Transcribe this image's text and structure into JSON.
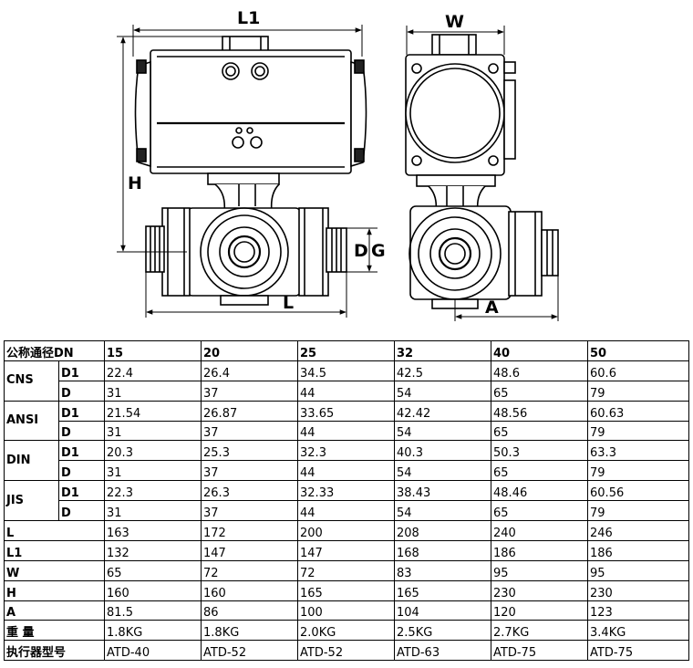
{
  "drawing": {
    "front_labels": {
      "L1": "L1",
      "H": "H",
      "D": "D",
      "G": "G",
      "L": "L"
    },
    "side_labels": {
      "W": "W",
      "A": "A"
    }
  },
  "table": {
    "corner": "公称通径DN",
    "sizes": [
      "15",
      "20",
      "25",
      "32",
      "40",
      "50"
    ],
    "groups": [
      {
        "name": "CNS",
        "rows": [
          {
            "label": "D1",
            "values": [
              "22.4",
              "26.4",
              "34.5",
              "42.5",
              "48.6",
              "60.6"
            ]
          },
          {
            "label": "D",
            "values": [
              "31",
              "37",
              "44",
              "54",
              "65",
              "79"
            ]
          }
        ]
      },
      {
        "name": "ANSI",
        "rows": [
          {
            "label": "D1",
            "values": [
              "21.54",
              "26.87",
              "33.65",
              "42.42",
              "48.56",
              "60.63"
            ]
          },
          {
            "label": "D",
            "values": [
              "31",
              "37",
              "44",
              "54",
              "65",
              "79"
            ]
          }
        ]
      },
      {
        "name": "DIN",
        "rows": [
          {
            "label": "D1",
            "values": [
              "20.3",
              "25.3",
              "32.3",
              "40.3",
              "50.3",
              "63.3"
            ]
          },
          {
            "label": "D",
            "values": [
              "31",
              "37",
              "44",
              "54",
              "65",
              "79"
            ]
          }
        ]
      },
      {
        "name": "JIS",
        "rows": [
          {
            "label": "D1",
            "values": [
              "22.3",
              "26.3",
              "32.33",
              "38.43",
              "48.46",
              "60.56"
            ]
          },
          {
            "label": "D",
            "values": [
              "31",
              "37",
              "44",
              "54",
              "65",
              "79"
            ]
          }
        ]
      }
    ],
    "rows": [
      {
        "label": "L",
        "values": [
          "163",
          "172",
          "200",
          "208",
          "240",
          "246"
        ]
      },
      {
        "label": "L1",
        "values": [
          "132",
          "147",
          "147",
          "168",
          "186",
          "186"
        ]
      },
      {
        "label": "W",
        "values": [
          "65",
          "72",
          "72",
          "83",
          "95",
          "95"
        ]
      },
      {
        "label": "H",
        "values": [
          "160",
          "160",
          "165",
          "165",
          "230",
          "230"
        ]
      },
      {
        "label": "A",
        "values": [
          "81.5",
          "86",
          "100",
          "104",
          "120",
          "123"
        ]
      },
      {
        "label": "重  量",
        "values": [
          "1.8KG",
          "1.8KG",
          "2.0KG",
          "2.5KG",
          "2.7KG",
          "3.4KG"
        ]
      },
      {
        "label": "执行器型号",
        "values": [
          "ATD-40",
          "ATD-52",
          "ATD-52",
          "ATD-63",
          "ATD-75",
          "ATD-75"
        ]
      }
    ]
  }
}
